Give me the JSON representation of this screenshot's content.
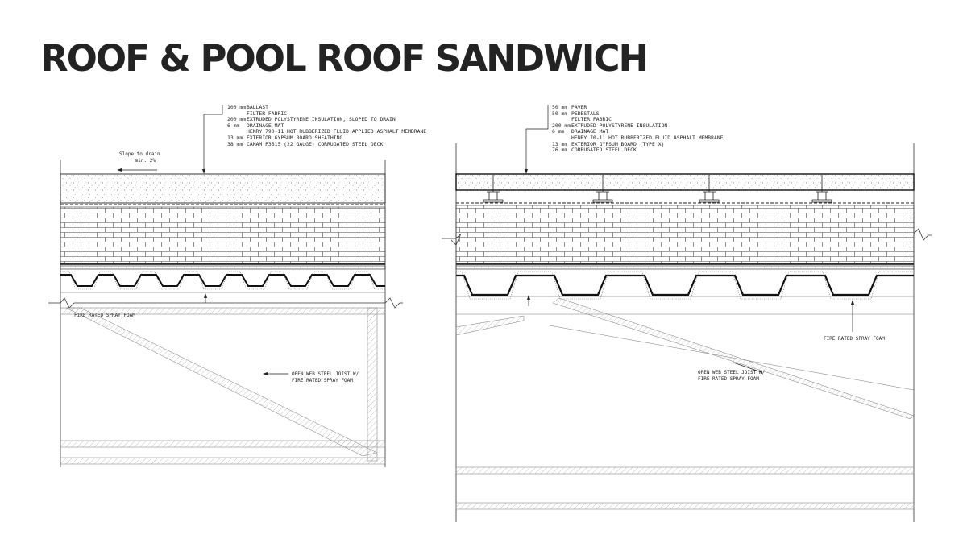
{
  "title": "ROOF & POOL ROOF SANDWICH",
  "roof_detail": {
    "layers": [
      {
        "thickness": "100 mm",
        "label": "BALLAST"
      },
      {
        "thickness": "",
        "label": "FILTER FABRIC"
      },
      {
        "thickness": "200 mm",
        "label": "EXTRUDED POLYSTYRENE INSULATION, SLOPED TO DRAIN"
      },
      {
        "thickness": "6 mm",
        "label": "DRAINAGE MAT"
      },
      {
        "thickness": "",
        "label": "HENRY 790-11 HOT RUBBERIZED FLUID APPLIED ASPHALT MEMBRANE"
      },
      {
        "thickness": "13 mm",
        "label": "EXTERIOR GYPSUM BOARD SHEATHING"
      },
      {
        "thickness": "38 mm",
        "label": "CANAM P3615 (22 GAUGE) CORRUGATED STEEL DECK"
      }
    ],
    "slope_note": "Slope to drain",
    "slope_value": "min. 2%",
    "spray_foam": "FIRE RATED SPRAY FOAM",
    "joist_line1": "OPEN WEB STEEL JOIST W/",
    "joist_line2": "FIRE RATED SPRAY FOAM"
  },
  "pool_roof_detail": {
    "layers": [
      {
        "thickness": "50 mm",
        "label": "PAVER"
      },
      {
        "thickness": "50 mm",
        "label": "PEDESTALS"
      },
      {
        "thickness": "",
        "label": "FILTER FABRIC"
      },
      {
        "thickness": "200 mm",
        "label": "EXTRUDED POLYSTYRENE INSULATION"
      },
      {
        "thickness": "6 mm",
        "label": "DRAINAGE MAT"
      },
      {
        "thickness": "",
        "label": "HENRY 70-11 HOT RUBBERIZED FLUID ASPHALT MEMBRANE"
      },
      {
        "thickness": "13 mm",
        "label": "EXTERIOR GYPSUM BOARD (TYPE X)"
      },
      {
        "thickness": "76 mm",
        "label": "CORRUGATED STEEL DECK"
      }
    ],
    "spray_foam": "FIRE RATED SPRAY FOAM",
    "joist_line1": "OPEN WEB STEEL JOIST W/",
    "joist_line2": "FIRE RATED SPRAY FOAM"
  },
  "colors": {
    "ink": "#1a1a1a",
    "hatch": "#555555",
    "title": "#232323"
  }
}
